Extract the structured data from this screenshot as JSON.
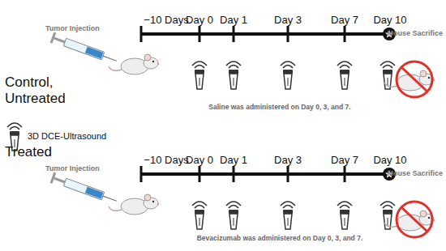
{
  "diagram": {
    "labels": [
      "Control, Untreated",
      "Tumor Injection",
      "−10 Days",
      "Day 0",
      "Day 1",
      "Day 3",
      "Day 7",
      "Day 10",
      "Mouse Sacrifice",
      "Saline was administered on Day 0, 3, and 7.",
      "Treated",
      "Tumor Injection",
      "−10 Days",
      "Day 0",
      "Day 1",
      "Day 3",
      "Day 7",
      "Day 10",
      "Mouse Sacrifice",
      "Bevacizumab was administered on Day 0, 3, and 7."
    ],
    "legend": [
      {
        "text": "3D DCE-Ultrasound"
      }
    ]
  }
}
